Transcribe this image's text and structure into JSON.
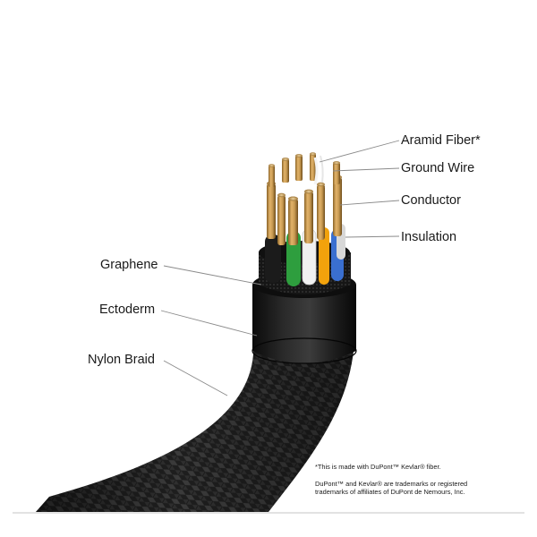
{
  "labels": {
    "aramid_fiber": "Aramid Fiber*",
    "ground_wire": "Ground Wire",
    "conductor": "Conductor",
    "insulation": "Insulation",
    "graphene": "Graphene",
    "ectoderm": "Ectoderm",
    "nylon_braid": "Nylon Braid"
  },
  "footnotes": {
    "kevlar_fiber": "*This is made with DuPont™ Kevlar® fiber.",
    "trademark_line1": "DuPont™ and Kevlar® are trademarks or registered",
    "trademark_line2": "trademarks of affiliates of DuPont de Nemours, Inc."
  },
  "colors": {
    "braid": "#202020",
    "ectoderm": "#111111",
    "copper": "#c89a52",
    "insulation_colors": [
      "#1b1b1b",
      "#2e9e3e",
      "#f0f0f0",
      "#f2a20c",
      "#3a6fd0",
      "#d8d8d8"
    ]
  }
}
